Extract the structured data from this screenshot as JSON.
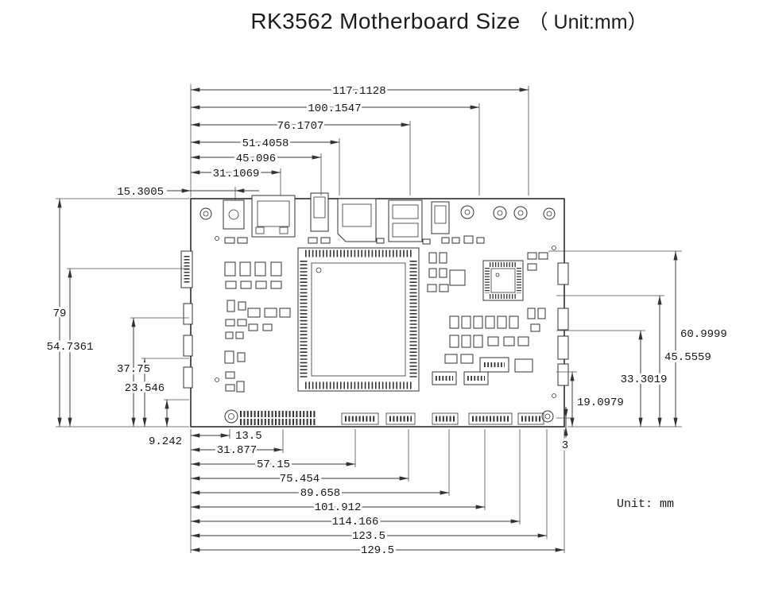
{
  "header": {
    "title": "RK3562 Motherboard Size",
    "unit": "（ Unit:mm）"
  },
  "note": {
    "unit_label": "Unit: mm"
  },
  "dims": {
    "top": [
      "117.1128",
      "100.1547",
      "76.1707",
      "51.4058",
      "45.096",
      "31.1069",
      "15.3005"
    ],
    "left": [
      "79",
      "54.7361",
      "37.75",
      "23.546",
      "9.242"
    ],
    "right": [
      "60.9999",
      "45.5559",
      "33.3019",
      "19.0979",
      "3"
    ],
    "bottom": [
      "13.5",
      "31.877",
      "57.15",
      "75.454",
      "89.658",
      "101.912",
      "114.166",
      "123.5",
      "129.5"
    ]
  }
}
